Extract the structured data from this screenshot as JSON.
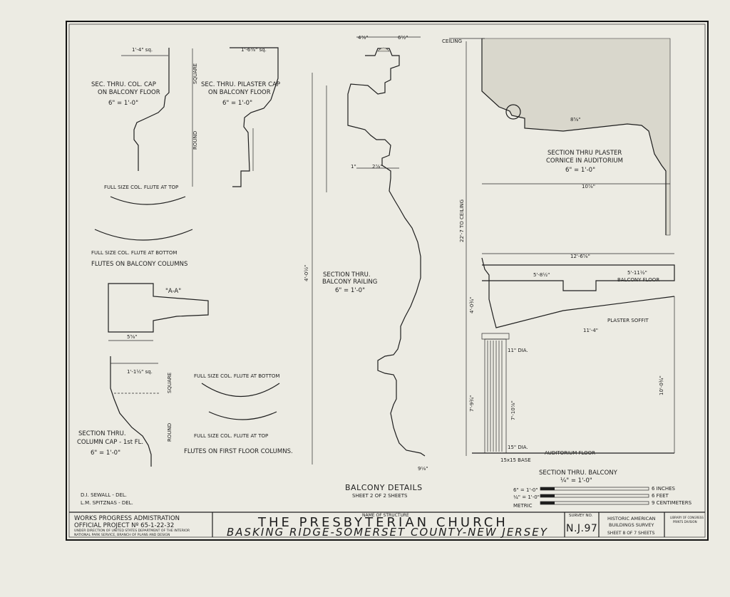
{
  "title_block": {
    "wpa_line1": "WORKS PROGRESS ADMISTRATION",
    "wpa_line2": "OFFICIAL PROJECT  Nº 65-1-22-32",
    "wpa_line3": "UNDER DIRECTION OF UNITED STATES DEPARTMENT OF THE INTERIOR",
    "wpa_line4": "NATIONAL PARK SERVICE, BRANCH OF PLANS AND DESIGN",
    "name_label": "NAME OF STRUCTURE",
    "structure_name": "THE  PRESBYTERIAN  CHURCH",
    "location": "BASKING RIDGE-SOMERSET COUNTY-NEW JERSEY",
    "survey_label": "SURVEY NO.",
    "survey_no": "N.J.97",
    "habs_line1": "HISTORIC AMERICAN",
    "habs_line2": "BUILDINGS SURVEY",
    "sheet": "SHEET 8  OF 7  SHEETS",
    "loc_line1": "LIBRARY OF CONGRESS",
    "loc_line2": "PRINTS DIVISION"
  },
  "delineators": [
    "D.I. SEWALL - DEL.",
    "L.M. SPITZNAS - DEL."
  ],
  "left_column": {
    "col_cap_balcony": [
      "SEC. THRU. COL. CAP",
      "ON BALCONY FLOOR",
      "6\" = 1'-0\""
    ],
    "pilaster_cap": [
      "SEC. THRU. PILASTER CAP",
      "ON BALCONY FLOOR",
      "6\" = 1'-0\""
    ],
    "dim_col_cap": "1'-4\" sq.",
    "dim_pilaster": "1'-6⅜\" sq.",
    "square": "SQUARE",
    "round": "ROUND",
    "flute_top": "FULL SIZE COL. FLUTE AT TOP",
    "flute_bottom": "FULL SIZE COL. FLUTE AT BOTTOM",
    "flutes_balcony": "FLUTES ON  BALCONY COLUMNS",
    "section_aa": "\"A-A\"",
    "dim_aa": "5⅝\"",
    "dim_col_cap_first": "1'-1½\" sq.",
    "col_cap_first": [
      "SECTION THRU.",
      "COLUMN CAP - 1st FL.",
      "6\" = 1'-0\""
    ],
    "flute_bottom_2": "FULL SIZE COL. FLUTE AT BOTTOM",
    "flute_top_2": "FULL SIZE COL. FLUTE AT TOP",
    "flutes_first": "FLUTES ON FIRST FLOOR COLUMNS."
  },
  "center_column": {
    "railing": [
      "SECTION THRU.",
      "BALCONY RAILING",
      "6\" = 1'-0\""
    ],
    "overall_height": "4'-0½\"",
    "dims": [
      "4⅞\"",
      "6½\"",
      "1\"",
      "2⅞\"",
      "9⅛\""
    ],
    "balcony_details": "BALCONY DETAILS",
    "sheet_note": "SHEET 2 OF 2 SHEETS"
  },
  "right_column": {
    "ceiling": "CEILING",
    "cornice": [
      "SECTION THRU PLASTER",
      "CORNICE IN AUDITORIUM",
      "6\" = 1'-0\""
    ],
    "dim_cornice": "10⅞\"",
    "dim_cornice_top": "8⅝\"",
    "to_ceiling": "22'-7 TO CEILING",
    "dim_balcony_depth": "12'-6⅝\"",
    "dim_a": "5'-8½\"",
    "dim_b": "5'-11½\"",
    "balcony_floor": "BALCONY FLOOR",
    "plaster_soffit": "PLASTER SOFFIT",
    "dim_soffit": "11'-4\"",
    "dia_top": "11\" DIA.",
    "dia_base": "15\" DIA.",
    "base": "15x15 BASE",
    "auditorium_floor": "AUDITORIUM FLOOR",
    "dim_h1": "4'-0¾\"",
    "dim_h2": "7'-9¾\"",
    "dim_h3": "7'-10⅞\"",
    "dim_h4": "10'-0¾\"",
    "section_balcony": "SECTION THRU. BALCONY",
    "section_scale": "¼\" = 1'-0\""
  },
  "scale_bar": {
    "rows": [
      "6\" = 1'-0\"",
      "¼\" = 1'-0\"",
      "METRIC"
    ],
    "units": [
      "6 INCHES",
      "6 FEET",
      "9 CENTIMETERS"
    ]
  }
}
